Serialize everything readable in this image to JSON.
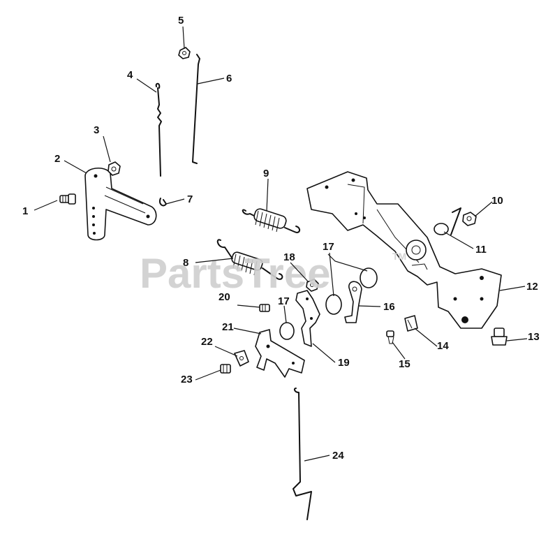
{
  "watermark": {
    "text": "PartsTree",
    "mark": "TM"
  },
  "callouts": [
    "1",
    "2",
    "3",
    "4",
    "5",
    "6",
    "7",
    "8",
    "9",
    "10",
    "11",
    "12",
    "13",
    "14",
    "15",
    "16",
    "17",
    "17",
    "18",
    "19",
    "20",
    "21",
    "22",
    "23",
    "24"
  ]
}
